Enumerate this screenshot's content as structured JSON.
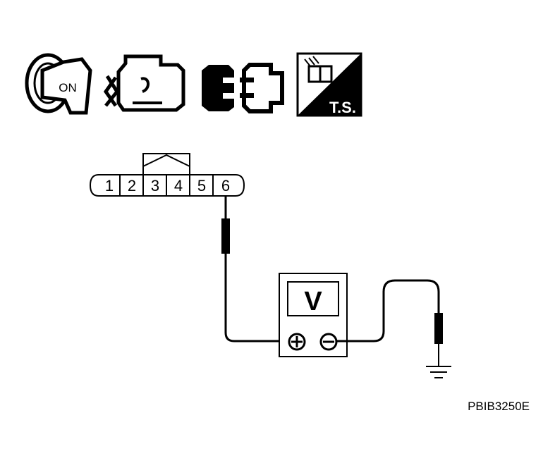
{
  "icons": {
    "ignition": {
      "label": "ON",
      "icon": "ignition-key-icon"
    },
    "engine": {
      "icon": "engine-stopped-icon"
    },
    "connector": {
      "icon": "connector-disconnected-icon"
    },
    "trouble_shoot": {
      "label": "T.S.",
      "icon": "trouble-shooting-icon"
    }
  },
  "connector": {
    "pins": [
      "1",
      "2",
      "3",
      "4",
      "5",
      "6"
    ]
  },
  "meter": {
    "label": "V",
    "plus": "⊕",
    "minus": "⊖"
  },
  "figure_code": "PBIB3250E",
  "colors": {
    "ink": "#000000",
    "paper": "#ffffff"
  }
}
